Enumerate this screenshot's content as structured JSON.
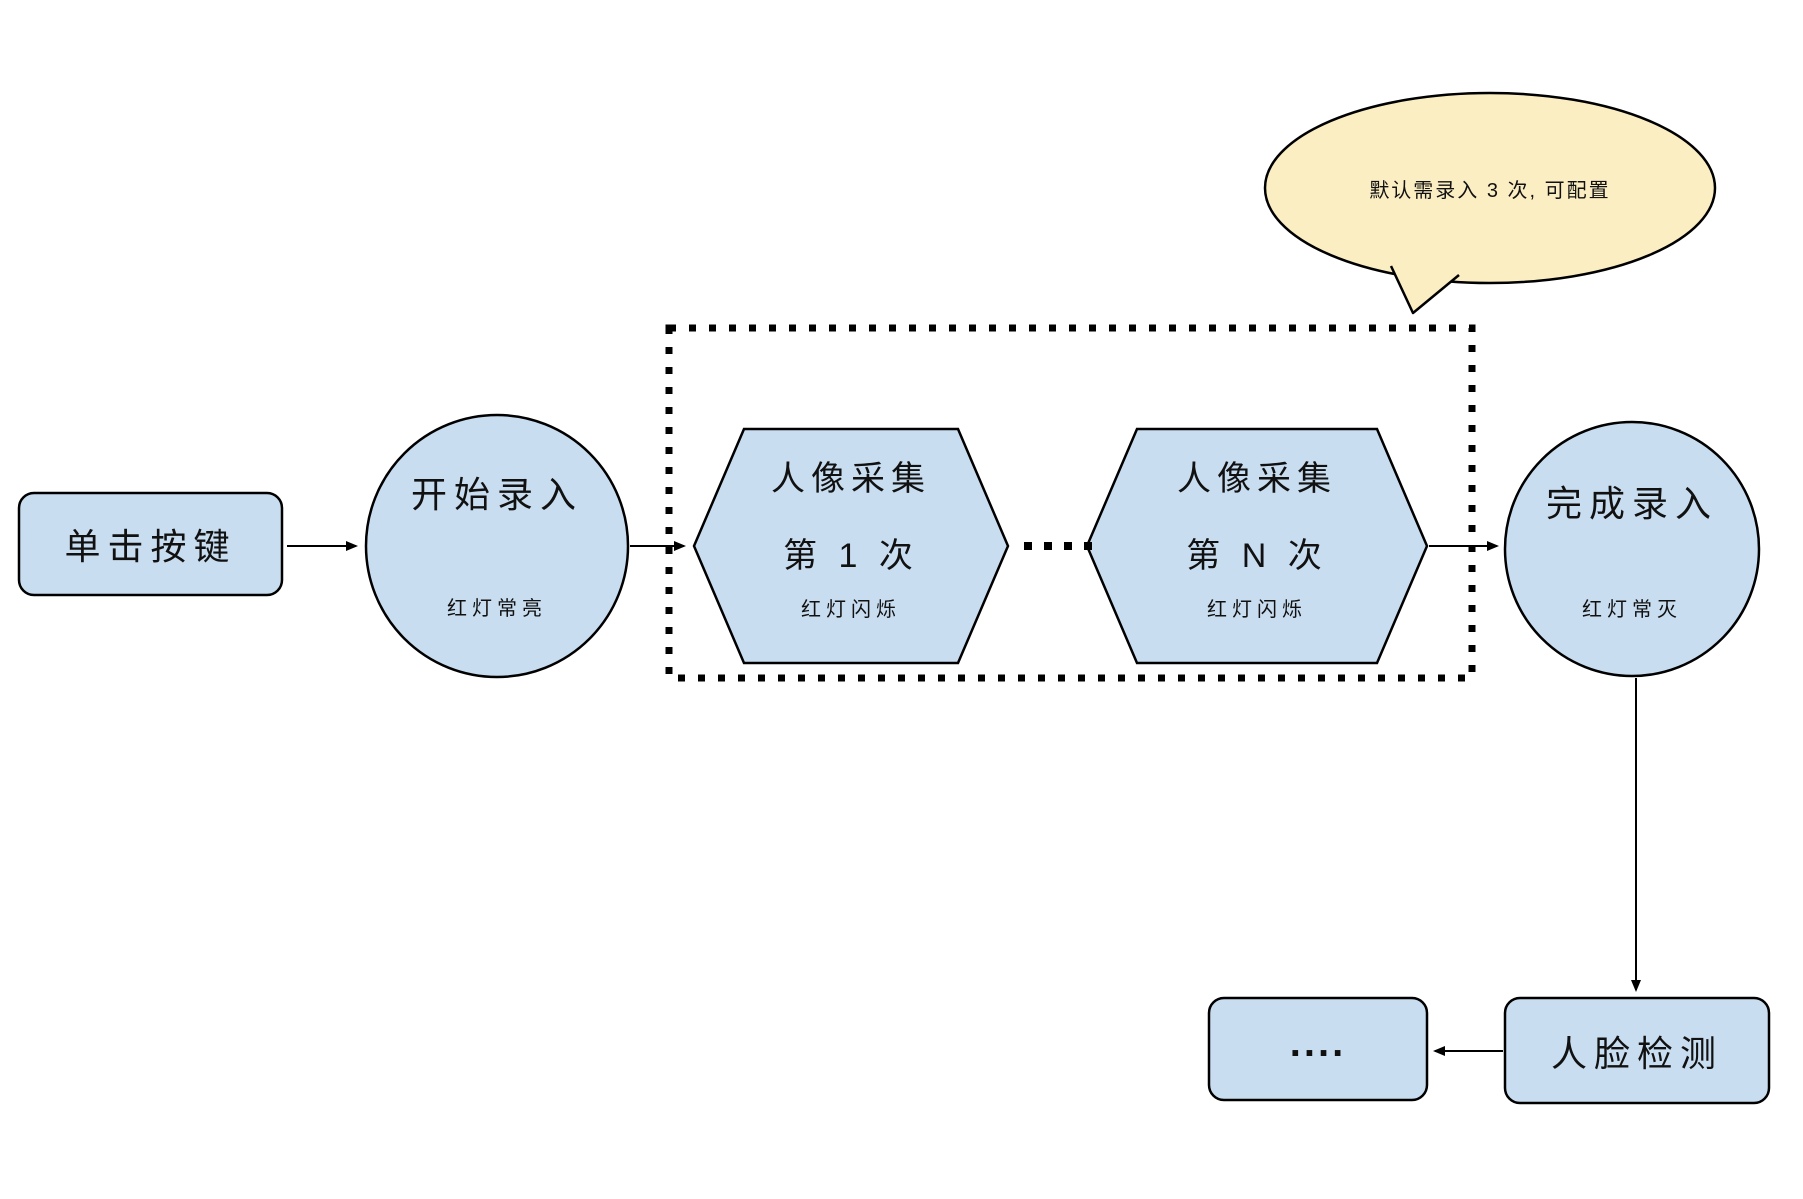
{
  "colors": {
    "node_fill": "#C9DDF1",
    "node_stroke": "#000000",
    "callout_fill": "#FBEEC3",
    "arrow_color": "#000000",
    "text_color": "#111111"
  },
  "nodes": {
    "click_button": {
      "label": "单击按键"
    },
    "start_record": {
      "label": "开始录入",
      "status": "红灯常亮"
    },
    "capture_first": {
      "title": "人像采集",
      "subtitle": "第 1 次",
      "status": "红灯闪烁"
    },
    "capture_nth": {
      "title": "人像采集",
      "subtitle": "第 N 次",
      "status": "红灯闪烁"
    },
    "finish_record": {
      "label": "完成录入",
      "status": "红灯常灭"
    },
    "face_detect": {
      "label": "人脸检测"
    },
    "more": {
      "label": "...."
    }
  },
  "callout": {
    "text": "默认需录入 3 次, 可配置"
  }
}
